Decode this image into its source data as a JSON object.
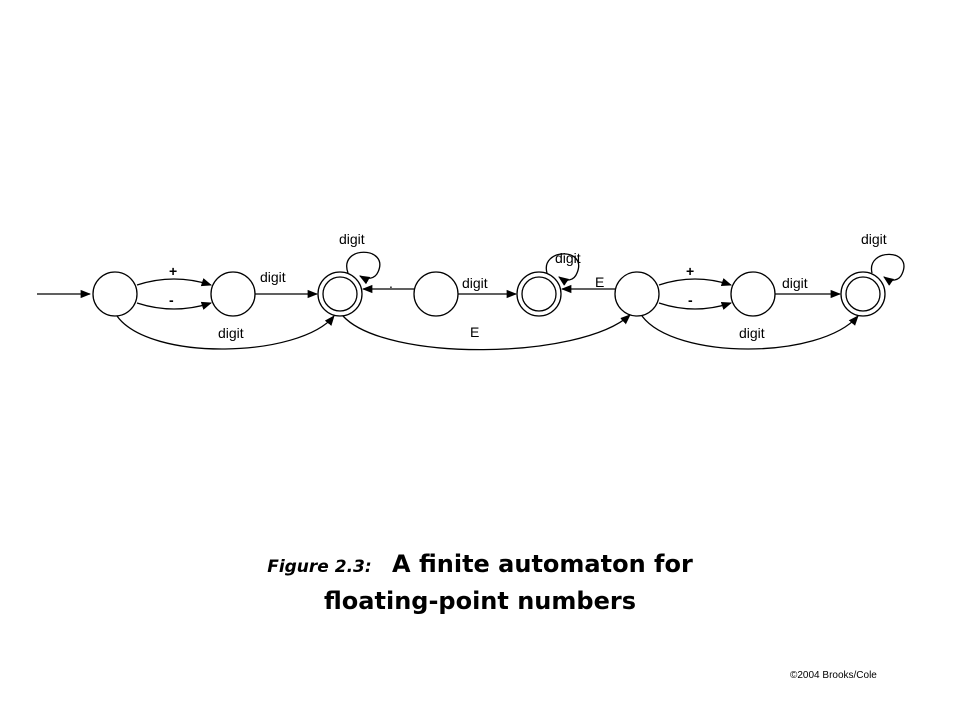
{
  "diagram": {
    "labels": {
      "plus_1": "+",
      "minus_1": "-",
      "digit_1_2": "digit",
      "digit_0_2": "digit",
      "digit_loop_2": "digit",
      "dot": ".",
      "digit_3_4": "digit",
      "digit_loop_4": "digit",
      "E_4_5": "E",
      "E_2_5": "E",
      "plus_2": "+",
      "minus_2": "-",
      "digit_6_7": "digit",
      "digit_5_7": "digit",
      "digit_loop_7": "digit"
    }
  },
  "caption": {
    "figure_label": "Figure 2.3:",
    "title_part1": "A finite automaton for",
    "title_part2": "floating-point numbers"
  },
  "copyright": "©2004 Brooks/Cole"
}
